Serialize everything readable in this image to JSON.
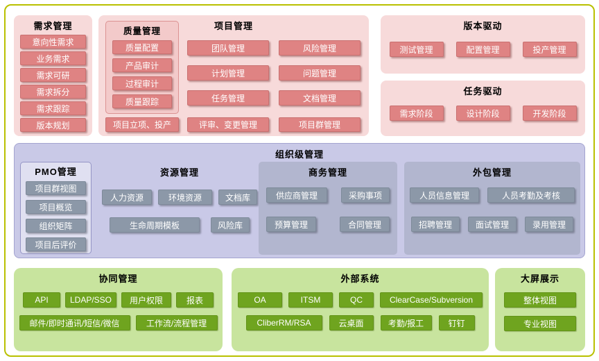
{
  "palette": {
    "frame": "#b9c000",
    "panel_pink": "#f7dada",
    "block_rose": "#df8383",
    "panel_purple": "#c9c9e7",
    "block_gray": "#8c98a8",
    "panel_green": "#c8e49e",
    "block_green": "#6fa41f"
  },
  "top": {
    "requirements": {
      "title": "需求管理",
      "items": [
        "意向性需求",
        "业务需求",
        "需求可研",
        "需求拆分",
        "需求跟踪",
        "版本规划"
      ]
    },
    "project": {
      "title": "项目管理",
      "quality": {
        "title": "质量管理",
        "items": [
          "质量配置",
          "产品审计",
          "过程审计",
          "质量跟踪"
        ]
      },
      "col1": [
        "团队管理",
        "计划管理",
        "任务管理"
      ],
      "col2": [
        "风险管理",
        "问题管理",
        "文档管理"
      ],
      "bottom": [
        "项目立项、投产",
        "评审、变更管理",
        "项目群管理"
      ]
    },
    "version_driven": {
      "title": "版本驱动",
      "items": [
        "测试管理",
        "配置管理",
        "投产管理"
      ]
    },
    "task_driven": {
      "title": "任务驱动",
      "items": [
        "需求阶段",
        "设计阶段",
        "开发阶段"
      ]
    }
  },
  "org": {
    "title": "组织级管理",
    "pmo": {
      "title": "PMO管理",
      "items": [
        "项目群视图",
        "项目概览",
        "组织矩阵",
        "项目后评价"
      ]
    },
    "resource": {
      "title": "资源管理",
      "row1": [
        "人力资源",
        "环境资源",
        "文档库"
      ],
      "row2": [
        "生命周期模板",
        "风险库"
      ]
    },
    "business": {
      "title": "商务管理",
      "row1": [
        "供应商管理",
        "采购事项"
      ],
      "row2": [
        "预算管理",
        "合同管理"
      ]
    },
    "outsourcing": {
      "title": "外包管理",
      "row1": [
        "人员信息管理",
        "人员考勤及考核"
      ],
      "row2": [
        "招聘管理",
        "面试管理",
        "录用管理"
      ]
    }
  },
  "bottom": {
    "collaboration": {
      "title": "协同管理",
      "row1": [
        "API",
        "LDAP/SSO",
        "用户权限",
        "报表"
      ],
      "row2": [
        "邮件/即时通讯/短信/微信",
        "工作流/流程管理"
      ]
    },
    "external": {
      "title": "外部系统",
      "row1": [
        "OA",
        "ITSM",
        "QC",
        "ClearCase/Subversion"
      ],
      "row2": [
        "CliberRM/RSA",
        "云桌面",
        "考勤/报工",
        "钉钉"
      ]
    },
    "display": {
      "title": "大屏展示",
      "items": [
        "整体视图",
        "专业视图"
      ]
    }
  }
}
